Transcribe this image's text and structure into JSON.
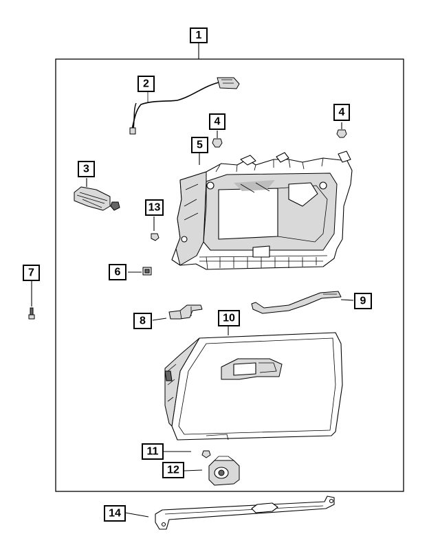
{
  "callouts": {
    "c1": "1",
    "c2": "2",
    "c3": "3",
    "c4a": "4",
    "c4b": "4",
    "c5": "5",
    "c6": "6",
    "c7": "7",
    "c8": "8",
    "c9": "9",
    "c10": "10",
    "c11": "11",
    "c12": "12",
    "c13": "13",
    "c14": "14"
  },
  "colors": {
    "line": "#000000",
    "background": "#ffffff",
    "part_shade": "#d9d9d9"
  }
}
